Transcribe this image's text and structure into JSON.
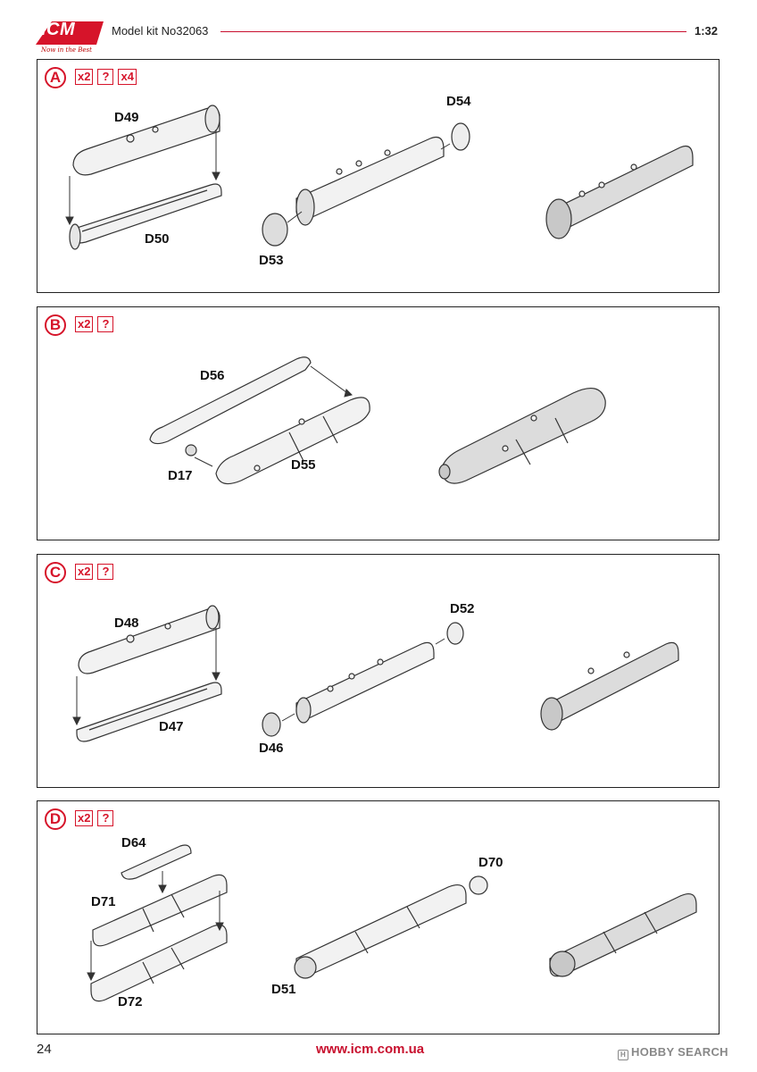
{
  "header": {
    "logo_text": "ICM",
    "logo_tagline": "Now in the Best",
    "model_label": "Model kit No32063",
    "scale": "1:32",
    "accent_color": "#d6142a"
  },
  "steps": [
    {
      "letter": "A",
      "badges": [
        "x2",
        "?",
        "x4"
      ],
      "parts": [
        "D49",
        "D50",
        "D54",
        "D53"
      ]
    },
    {
      "letter": "B",
      "badges": [
        "x2",
        "?"
      ],
      "parts": [
        "D56",
        "D17",
        "D55"
      ]
    },
    {
      "letter": "C",
      "badges": [
        "x2",
        "?"
      ],
      "parts": [
        "D48",
        "D47",
        "D52",
        "D46"
      ]
    },
    {
      "letter": "D",
      "badges": [
        "x2",
        "?"
      ],
      "parts": [
        "D64",
        "D71",
        "D72",
        "D70",
        "D51"
      ]
    }
  ],
  "footer": {
    "page_number": "24",
    "url": "www.icm.com.ua",
    "watermark": "HOBBY SEARCH"
  }
}
